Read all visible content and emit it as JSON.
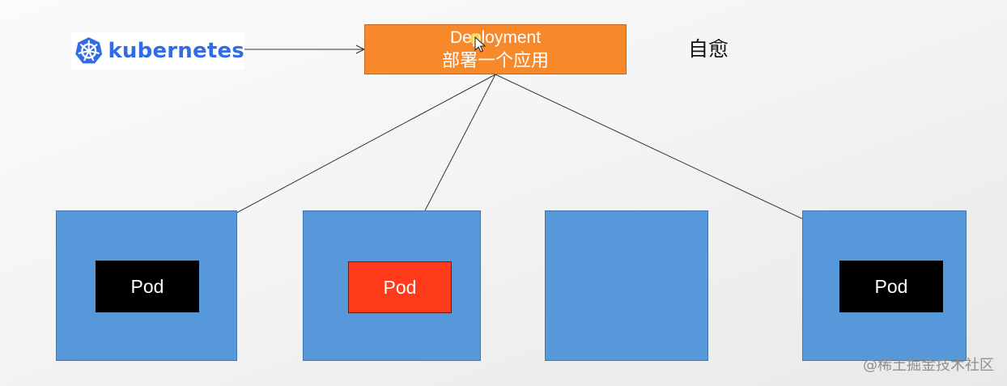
{
  "logo": {
    "text": "kubernetes",
    "icon": "kubernetes-helm-wheel-icon",
    "brand_color": "#326ce5"
  },
  "deployment": {
    "title": "Deployment",
    "subtitle": "部署一个应用",
    "color": "#f8892b"
  },
  "self_healing_label": "自愈",
  "nodes": [
    {
      "pod": {
        "label": "Pod",
        "state": "running",
        "color": "#000000"
      }
    },
    {
      "pod": {
        "label": "Pod",
        "state": "failed",
        "color": "#ff3a1a"
      }
    },
    {
      "pod": null
    },
    {
      "pod": {
        "label": "Pod",
        "state": "running",
        "color": "#000000"
      }
    }
  ],
  "node_color": "#5698d9",
  "watermark": "@稀土掘金技术社区"
}
